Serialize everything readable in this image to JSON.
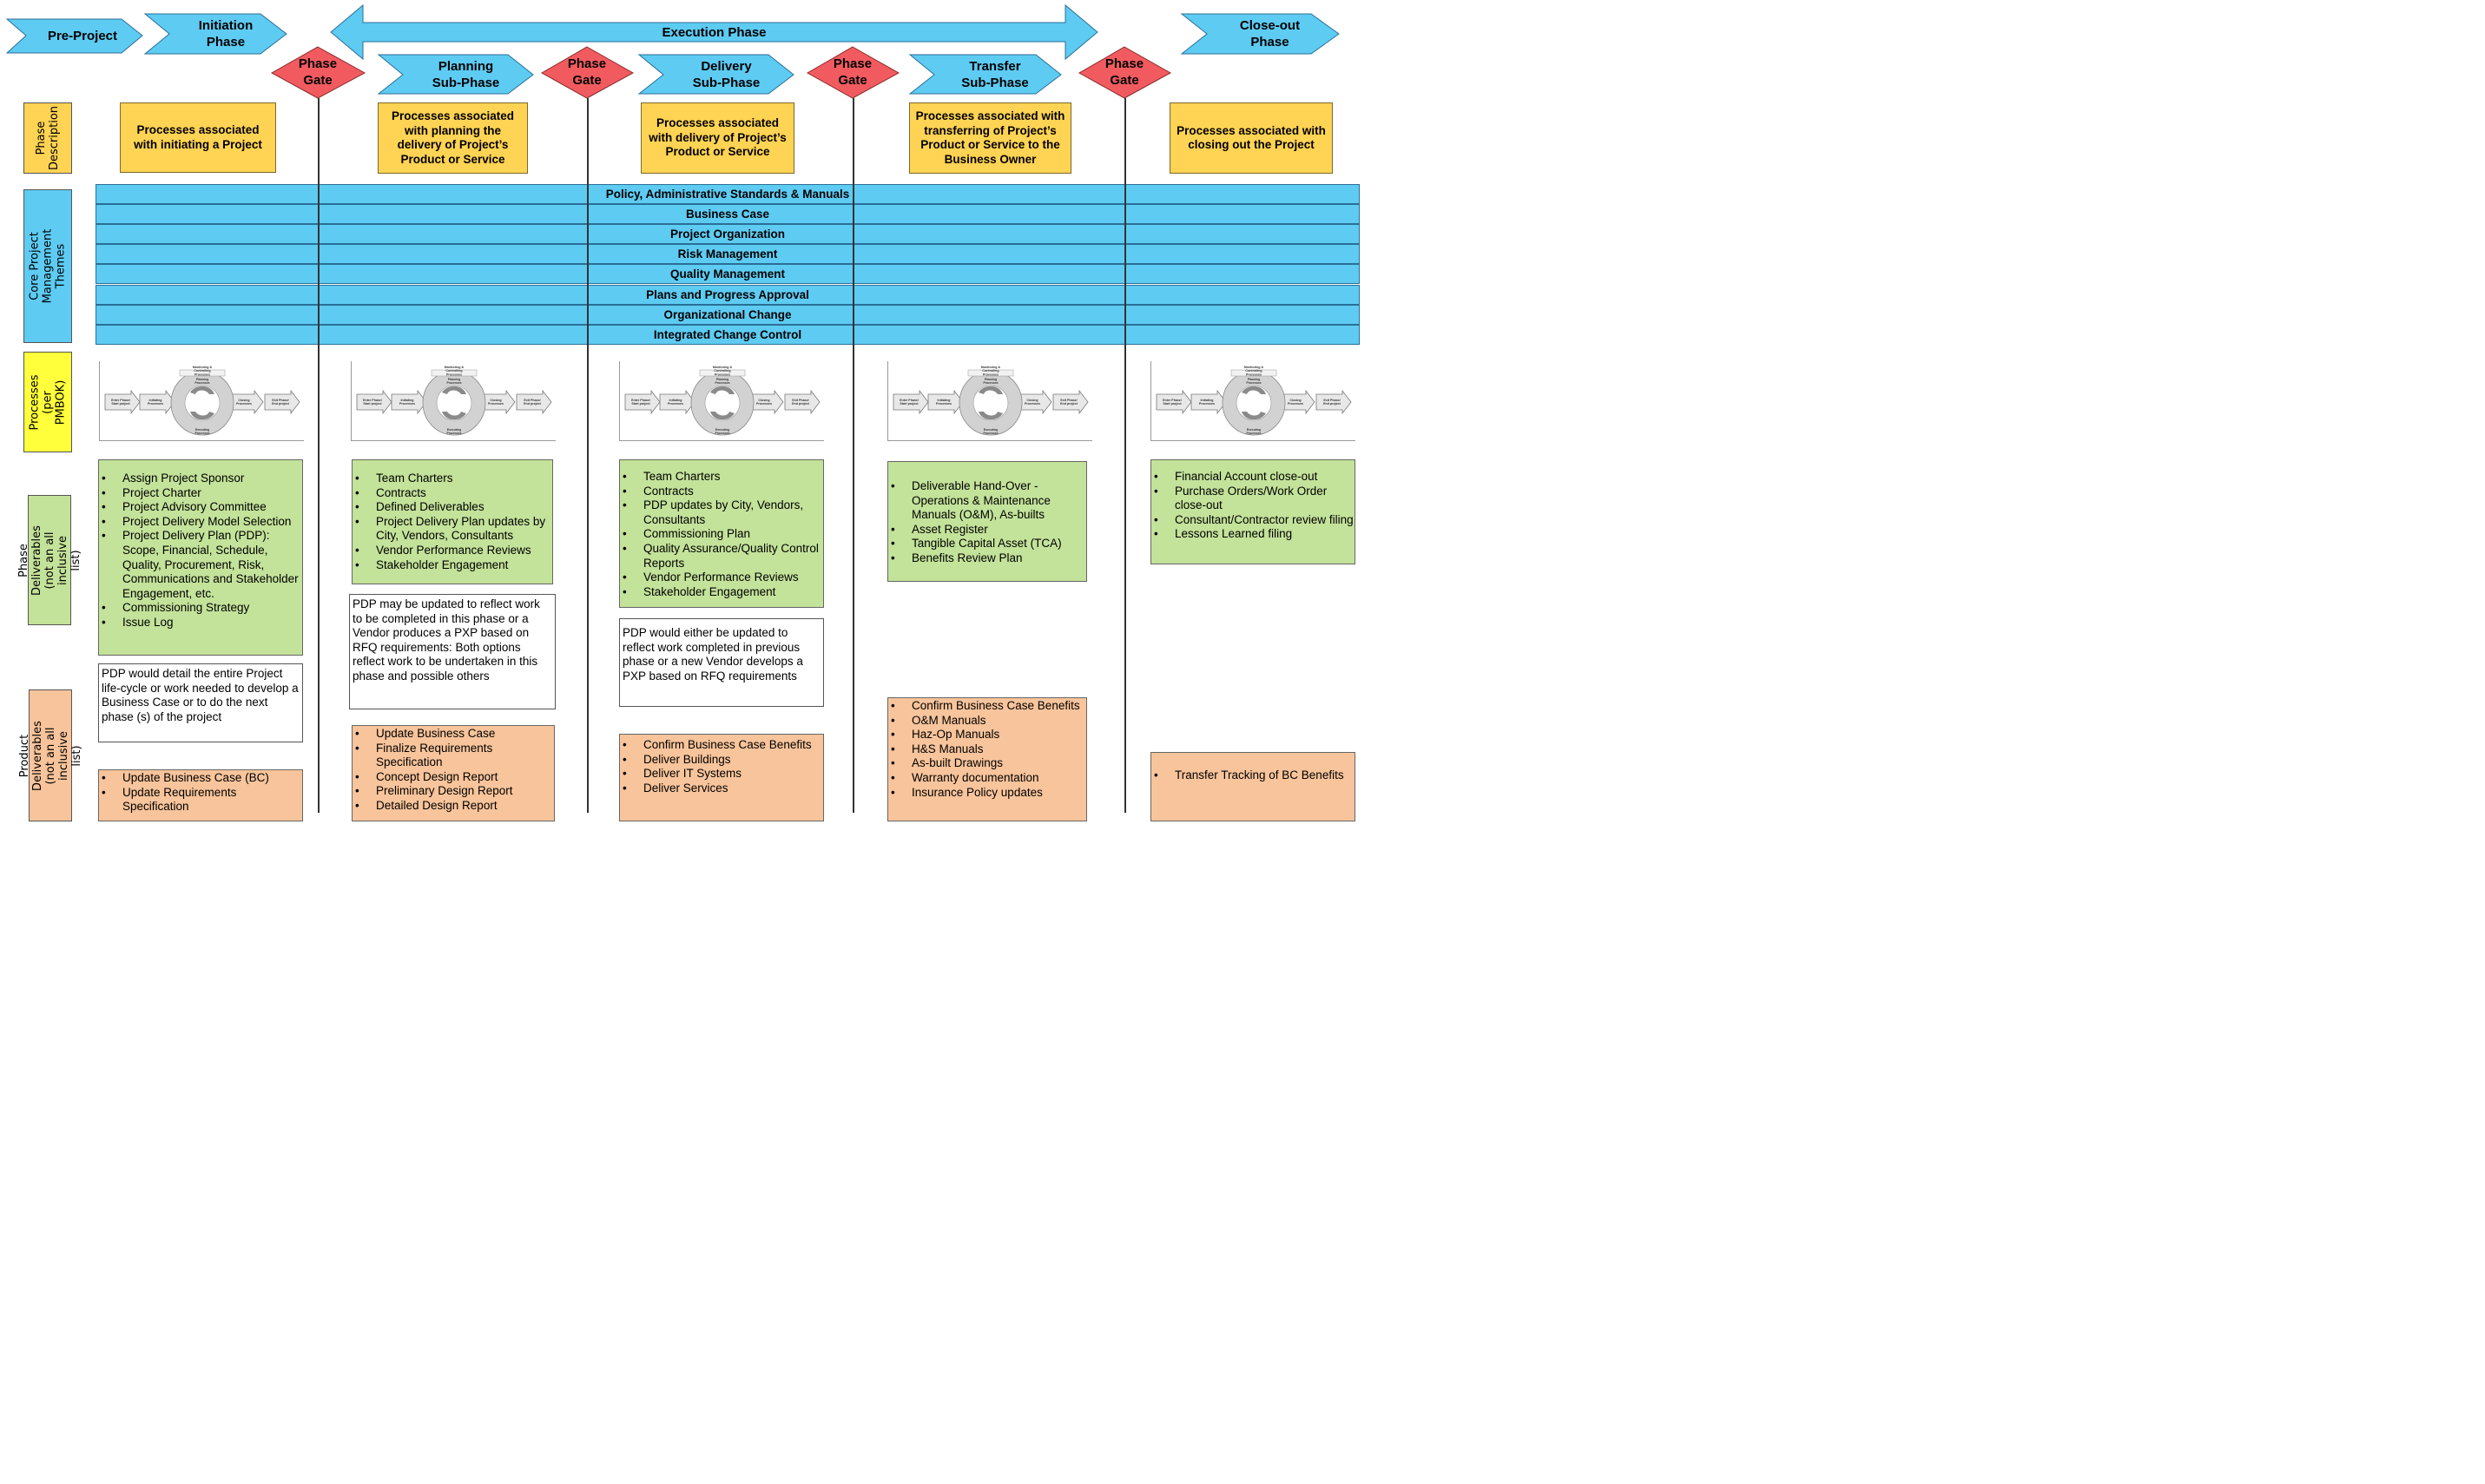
{
  "phases": {
    "pre_project": "Pre-Project",
    "initiation": "Initiation\nPhase",
    "execution": "Execution Phase",
    "planning": "Planning\nSub-Phase",
    "delivery": "Delivery\nSub-Phase",
    "transfer": "Transfer\nSub-Phase",
    "closeout": "Close-out\nPhase",
    "gate": "Phase\nGate"
  },
  "row_labels": {
    "description": "Phase\nDescription",
    "themes": "Core Project Management\nThemes",
    "processes": "Processes\n(per PMBOK)",
    "phase_deliverables": "Phase Deliverables\n(not an all inclusive list)",
    "product_deliverables": "Product Deliverables\n(not an all inclusive list)"
  },
  "descriptions": {
    "initiation": "Processes associated\nwith initiating a Project",
    "planning": "Processes associated\nwith planning the\ndelivery of  Project’s\nProduct or Service",
    "delivery": "Processes associated\nwith delivery of Project’s\nProduct or Service",
    "transfer": "Processes associated with\ntransferring of Project’s\nProduct or Service to the\nBusiness Owner",
    "closeout": "Processes associated with\nclosing out the Project"
  },
  "themes": [
    "Policy, Administrative Standards & Manuals",
    "Business Case",
    "Project Organization",
    "Risk Management",
    "Quality Management",
    "Plans and Progress Approval",
    "Organizational Change",
    "Integrated Change Control"
  ],
  "process_graphic": {
    "top_label": "Monitoring & Controlling Processes",
    "enter": "Enter Phase/ Start project",
    "initiating": "Initiating Processes",
    "planning": "Planning Processes",
    "executing": "Executing Processes",
    "closing": "Closing Processes",
    "exit": "Exit Phase/ End project"
  },
  "phase_deliverables": {
    "initiation": [
      "Assign Project Sponsor",
      "Project Charter",
      "Project Advisory Committee",
      "Project Delivery Model Selection",
      "Project Delivery Plan (PDP): Scope, Financial, Schedule, Quality, Procurement,  Risk, Communications and Stakeholder Engagement, etc.",
      "Commissioning Strategy",
      "Issue Log"
    ],
    "planning": [
      "Team Charters",
      "Contracts",
      "Defined Deliverables",
      "Project Delivery Plan updates by City,  Vendors, Consultants",
      "Vendor Performance Reviews",
      "Stakeholder Engagement"
    ],
    "delivery": [
      "Team Charters",
      "Contracts",
      "PDP updates by City, Vendors, Consultants",
      "Commissioning Plan",
      "Quality Assurance/Quality Control Reports",
      "Vendor Performance Reviews",
      "Stakeholder Engagement"
    ],
    "transfer": [
      "Deliverable Hand-Over - Operations & Maintenance Manuals (O&M), As-builts",
      "Asset Register",
      "Tangible Capital Asset (TCA)",
      "Benefits Review Plan"
    ],
    "closeout": [
      "Financial Account close-out",
      "Purchase Orders/Work Order close-out",
      "Consultant/Contractor review filing",
      "Lessons Learned filing"
    ]
  },
  "notes": {
    "initiation": "PDP would detail the entire Project life-cycle or work needed to develop a Business Case or to do the next phase (s) of the project",
    "planning": "PDP may be updated to reflect work to be completed in this phase or a Vendor produces a PXP based on RFQ requirements: Both options reflect work to be undertaken in this phase and possible others",
    "delivery": "PDP would either be updated to reflect work completed in previous phase or a new Vendor develops a PXP based on RFQ requirements"
  },
  "product_deliverables": {
    "initiation": [
      "Update Business Case (BC)",
      "Update Requirements Specification"
    ],
    "planning": [
      "Update Business Case",
      "Finalize Requirements Specification",
      "Concept Design Report",
      "Preliminary Design Report",
      "Detailed Design Report"
    ],
    "delivery": [
      "Confirm Business Case Benefits",
      "Deliver Buildings",
      "Deliver IT Systems",
      "Deliver Services"
    ],
    "transfer": [
      "Confirm Business Case Benefits",
      "O&M Manuals",
      "Haz-Op Manuals",
      "H&S Manuals",
      "As-built Drawings",
      "Warranty documentation",
      "Insurance Policy updates"
    ],
    "closeout": [
      "Transfer Tracking of BC Benefits"
    ]
  },
  "colors": {
    "arrow": "#5ecbf2",
    "gate": "#f15b5f",
    "description": "#ffd353",
    "deliverable": "#c3e29a",
    "product": "#f8c49b",
    "processes_label": "#ffff3c"
  }
}
